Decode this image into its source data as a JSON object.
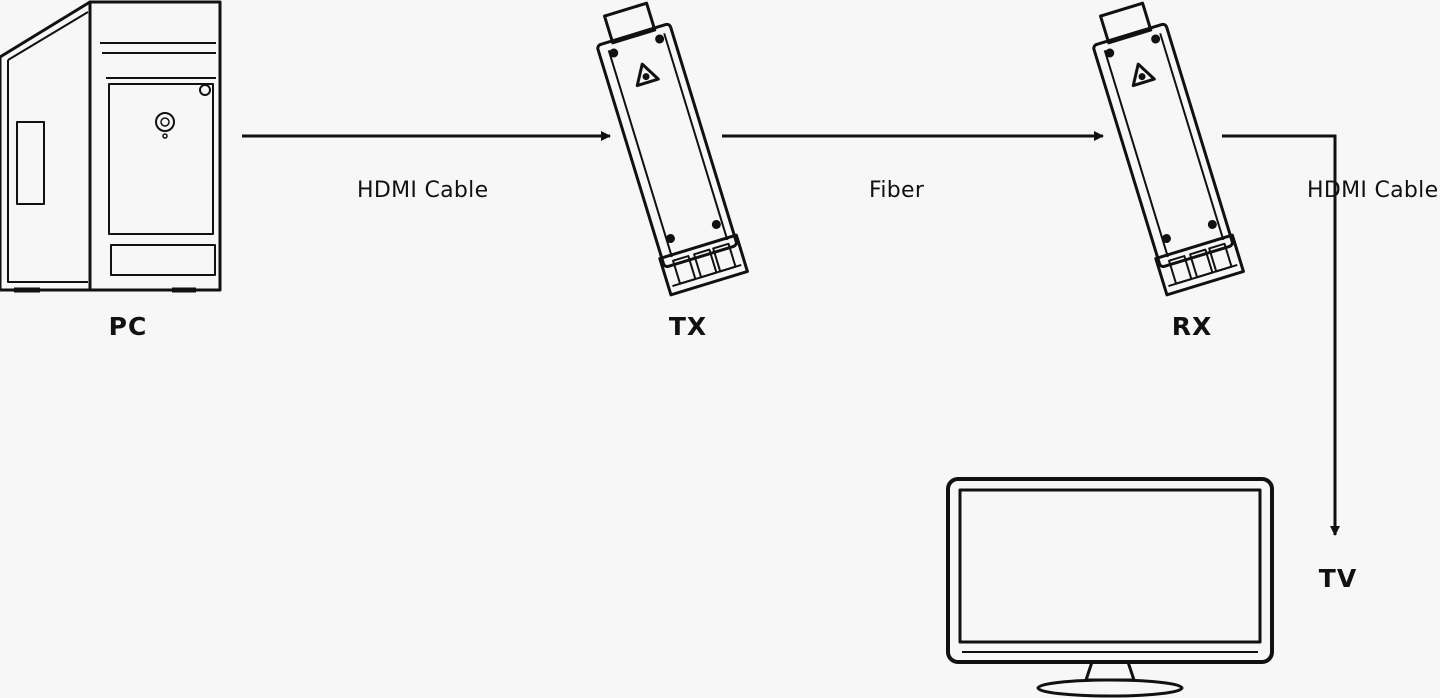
{
  "nodes": {
    "pc": {
      "label": "PC"
    },
    "tx": {
      "label": "TX"
    },
    "rx": {
      "label": "RX"
    },
    "tv": {
      "label": "TV"
    }
  },
  "connections": {
    "pc_to_tx": {
      "label": "HDMI Cable"
    },
    "tx_to_rx": {
      "label": "Fiber"
    },
    "rx_to_tv": {
      "label": "HDMI Cable"
    }
  }
}
